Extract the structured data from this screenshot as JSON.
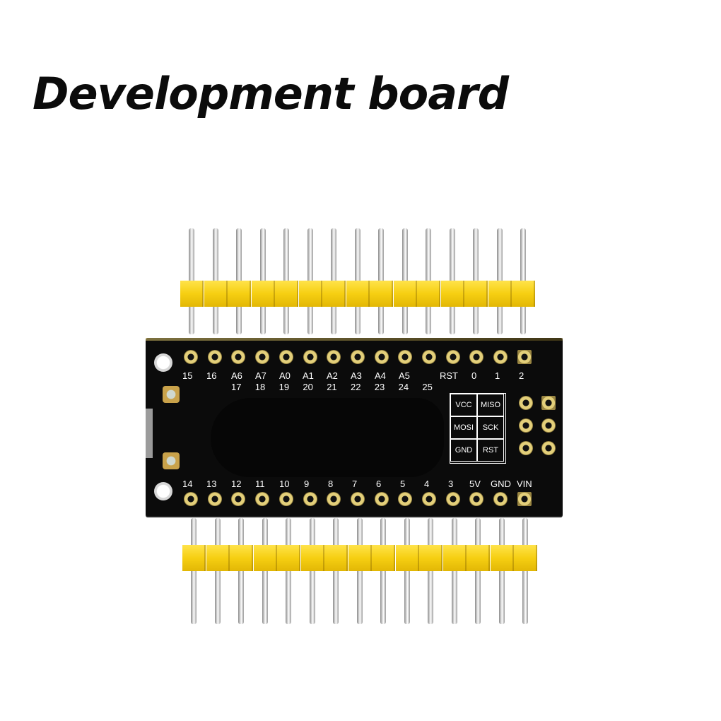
{
  "title": "Development board",
  "board": {
    "top_labels_row1": [
      "15",
      "16",
      "A6",
      "A7",
      "A0",
      "A1",
      "A2",
      "A3",
      "A4",
      "A5",
      "RST",
      "0",
      "1",
      "2"
    ],
    "top_labels_row2": [
      "17",
      "18",
      "19",
      "20",
      "21",
      "22",
      "23",
      "24",
      "25"
    ],
    "bottom_labels": [
      "14",
      "13",
      "12",
      "11",
      "10",
      "9",
      "8",
      "7",
      "6",
      "5",
      "4",
      "3",
      "5V",
      "GND",
      "VIN"
    ],
    "icsp_labels": [
      "VCC",
      "MISO",
      "MOSI",
      "SCK",
      "GND",
      "RST"
    ]
  }
}
